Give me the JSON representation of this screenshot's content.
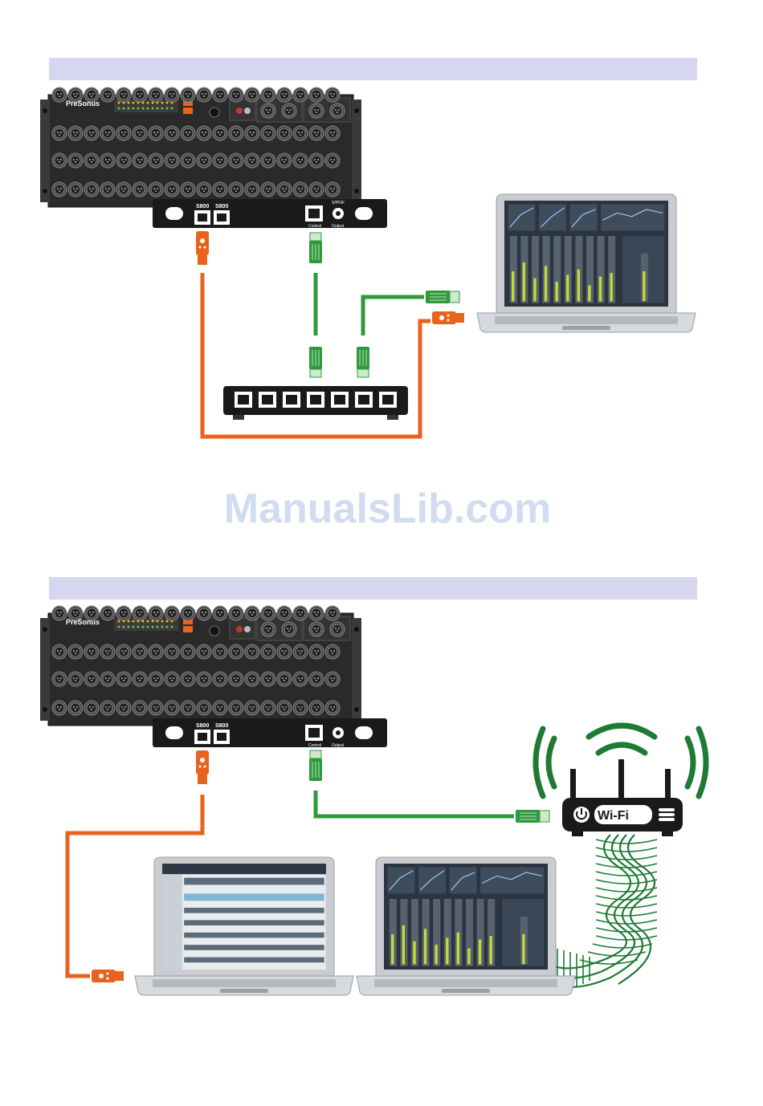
{
  "watermark": {
    "text": "ManualsLib.com"
  },
  "mixer": {
    "brand": "PreSonus",
    "port_label_1": "S800",
    "port_label_2": "S800",
    "control_label": "Control",
    "spdif_label": "S/PDIF",
    "output_label": "Output"
  },
  "router": {
    "wifi_label": "Wi-Fi"
  },
  "colors": {
    "band": "#d6d6f0",
    "avb_cable": "#e8631e",
    "ethernet_cable": "#2e9a3c",
    "wifi_waves": "#1e7a34",
    "rack": "#2a2a2a",
    "connector_panel": "#1a1a1a"
  },
  "icons": [
    "avb-connector-icon",
    "ethernet-connector-icon",
    "wifi-router-icon",
    "power-icon",
    "menu-icon",
    "laptop-icon",
    "network-switch-icon"
  ]
}
